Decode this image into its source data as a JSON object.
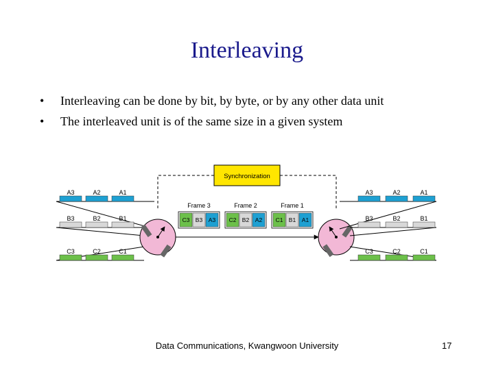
{
  "slide": {
    "title": "Interleaving",
    "bullets": [
      {
        "marker": "•",
        "text": "Interleaving can be done by bit, by byte, or by any other data unit"
      },
      {
        "marker": "•",
        "text": "The interleaved unit is of the same size in a given system"
      }
    ],
    "footer": "Data Communications, Kwangwoon University",
    "page_number": "17"
  },
  "diagram": {
    "sync_label": "Synchronization",
    "frames": [
      {
        "label": "Frame 3",
        "units": [
          "C3",
          "B3",
          "A3"
        ]
      },
      {
        "label": "Frame 2",
        "units": [
          "C2",
          "B2",
          "A2"
        ]
      },
      {
        "label": "Frame 1",
        "units": [
          "C1",
          "B1",
          "A1"
        ]
      }
    ],
    "left_lines": [
      {
        "units": [
          "A3",
          "A2",
          "A1"
        ]
      },
      {
        "units": [
          "B3",
          "B2",
          "B1"
        ]
      },
      {
        "units": [
          "C3",
          "C2",
          "C1"
        ]
      }
    ],
    "right_lines": [
      {
        "units": [
          "A3",
          "A2",
          "A1"
        ]
      },
      {
        "units": [
          "B3",
          "B2",
          "B1"
        ]
      },
      {
        "units": [
          "C3",
          "C2",
          "C1"
        ]
      }
    ],
    "colors": {
      "line_a": "#1ea0d2",
      "line_b": "#d8d8d8",
      "line_c": "#6cc04a",
      "sync_box": "#ffe600",
      "switch": "#f2b8d6"
    }
  }
}
